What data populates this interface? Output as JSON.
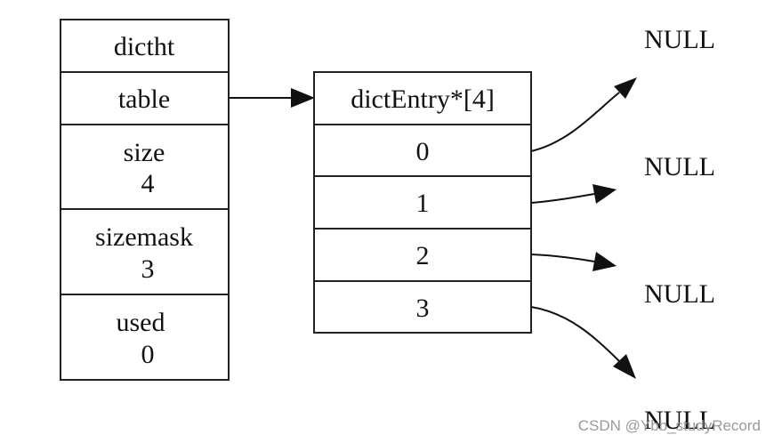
{
  "dictht": {
    "cells": [
      {
        "lines": [
          "dictht"
        ]
      },
      {
        "lines": [
          "table"
        ]
      },
      {
        "lines": [
          "size",
          "4"
        ]
      },
      {
        "lines": [
          "sizemask",
          "3"
        ]
      },
      {
        "lines": [
          "used",
          "0"
        ]
      }
    ]
  },
  "array": {
    "cells": [
      {
        "lines": [
          "dictEntry*[4]"
        ]
      },
      {
        "lines": [
          "0"
        ]
      },
      {
        "lines": [
          "1"
        ]
      },
      {
        "lines": [
          "2"
        ]
      },
      {
        "lines": [
          "3"
        ]
      }
    ]
  },
  "null_nodes": [
    {
      "label": "NULL"
    },
    {
      "label": "NULL"
    },
    {
      "label": "NULL"
    },
    {
      "label": "NULL"
    }
  ],
  "watermark": "CSDN @Ybb_studyRecord"
}
